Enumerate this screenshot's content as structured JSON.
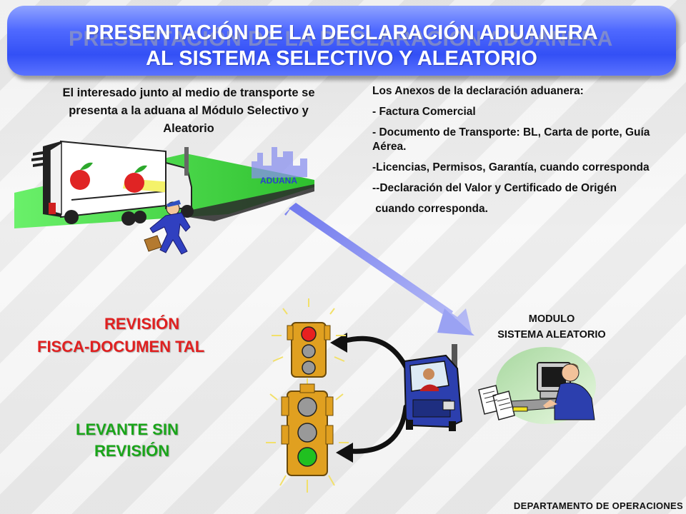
{
  "title": {
    "line1": "PRESENTACIÓN DE LA DECLARACIÓN ADUANERA",
    "line2": "AL SISTEMA SELECTIVO Y ALEATORIO"
  },
  "intro_text": "El interesado junto al medio de transporte se presenta a la aduana al Módulo Selectivo y Aleatorio",
  "aduana_label": "ADUANA",
  "annexes": {
    "heading": "Los Anexos de la declaración aduanera:",
    "items": [
      "-  Factura Comercial",
      "- Documento de Transporte: BL, Carta de porte, Guía Aérea.",
      "-Licencias, Permisos, Garantía, cuando corresponda",
      "--Declaración del Valor y Certificado de Origén",
      " cuando corresponda."
    ]
  },
  "modulo": {
    "line1": "MODULO",
    "line2": "SISTEMA ALEATORIO"
  },
  "outcomes": {
    "red": {
      "line1": "REVISIÓN",
      "line2": "FISCA-DOCUMEN TAL",
      "color": "#e02020"
    },
    "green": {
      "line1": "LEVANTE SIN",
      "line2": "REVISIÓN",
      "color": "#1aa51a"
    }
  },
  "footer": "DEPARTAMENTO DE OPERACIONES",
  "colors": {
    "banner": "#3350f5",
    "arrow": "#8e95f0",
    "road": "#4fe04f",
    "traffic_light_body": "#e0a020"
  },
  "icons": [
    "truck-icon",
    "apple-icon",
    "businessman-icon",
    "customs-building-icon",
    "traffic-light-icon",
    "truck-front-icon",
    "computer-operator-icon",
    "documents-icon"
  ]
}
